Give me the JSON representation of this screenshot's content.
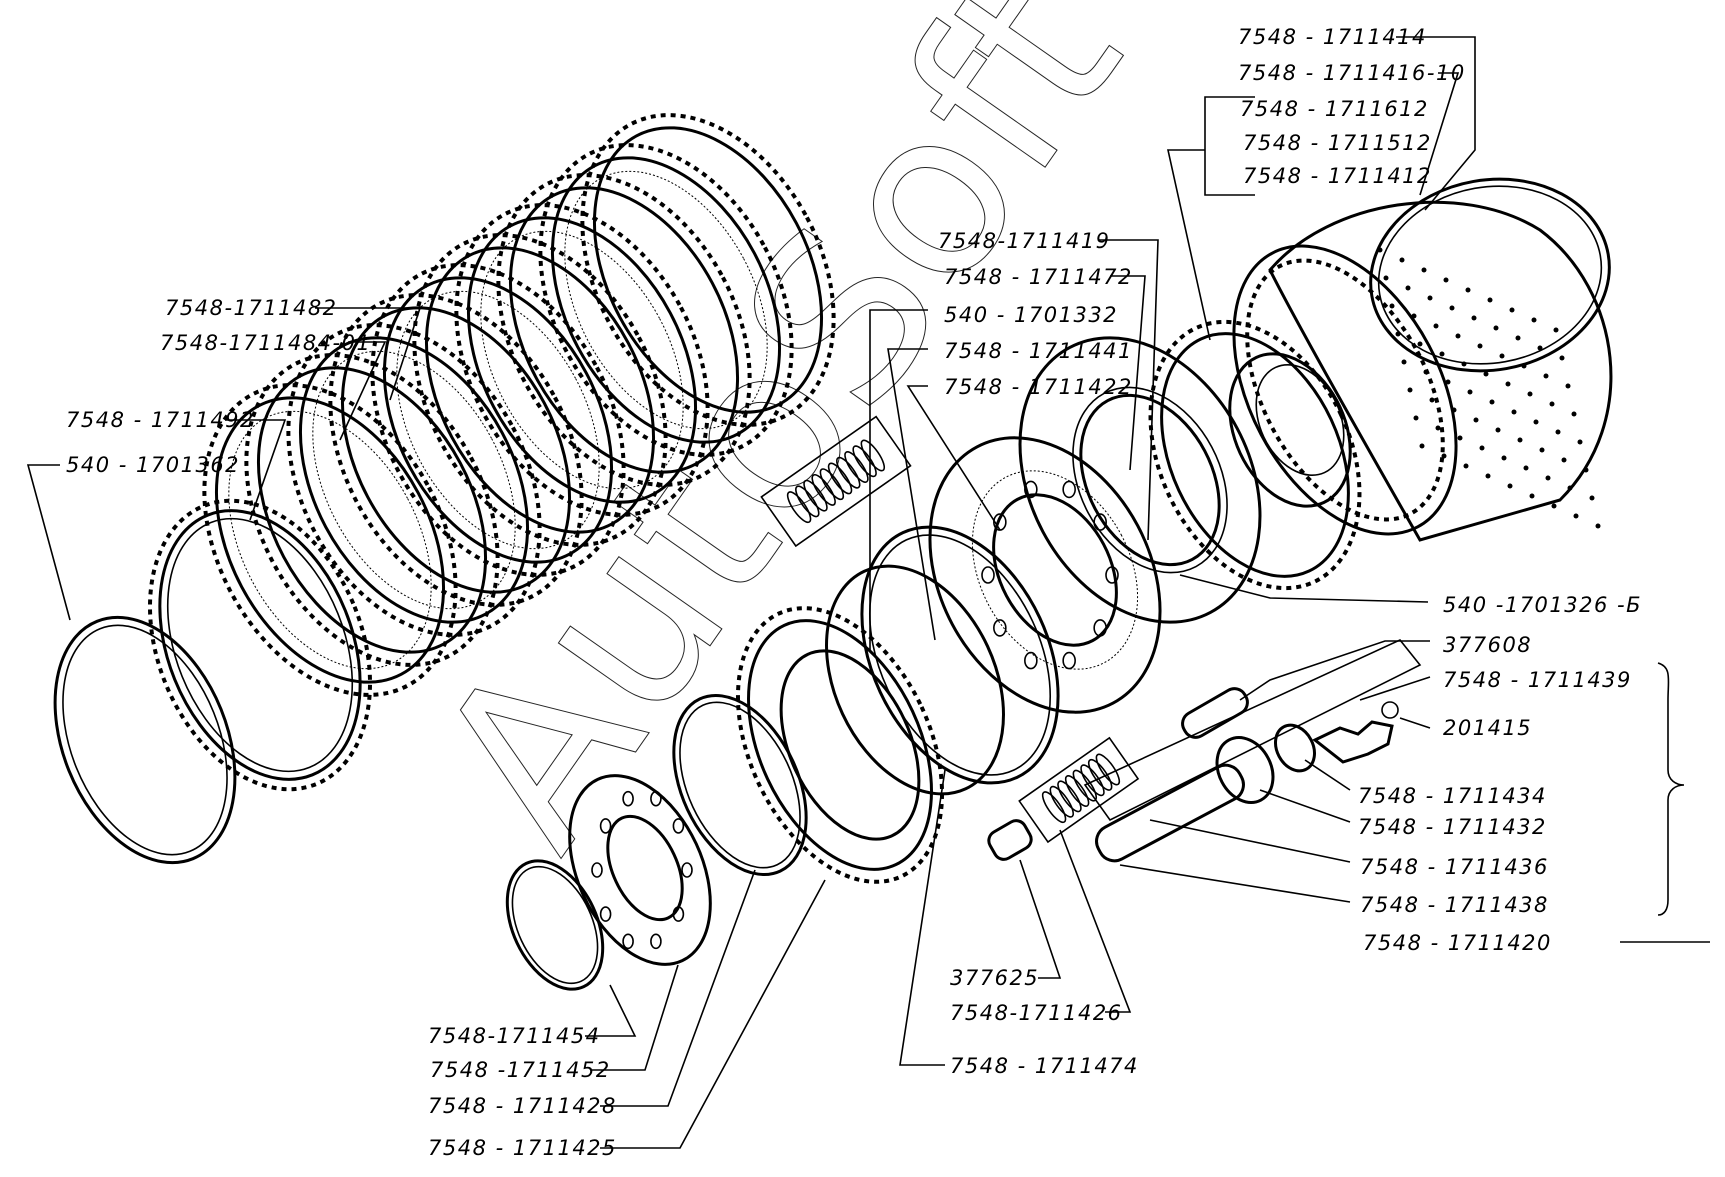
{
  "diagram": {
    "title": "Clutch pack exploded view",
    "watermark": "AutoSoft",
    "labels": [
      {
        "id": "l1",
        "text": "7548 - 1711414"
      },
      {
        "id": "l2",
        "text": "7548 - 1711416-10"
      },
      {
        "id": "l3",
        "text": "7548 - 1711612"
      },
      {
        "id": "l4",
        "text": "7548 - 1711512"
      },
      {
        "id": "l5",
        "text": "7548 - 1711412"
      },
      {
        "id": "l6",
        "text": "7548-1711419"
      },
      {
        "id": "l7",
        "text": "7548 - 1711472"
      },
      {
        "id": "l8",
        "text": "540 - 1701332"
      },
      {
        "id": "l9",
        "text": "7548 - 1711441"
      },
      {
        "id": "l10",
        "text": "7548 - 1711422"
      },
      {
        "id": "l11",
        "text": "7548-1711482"
      },
      {
        "id": "l12",
        "text": "7548-1711484-01"
      },
      {
        "id": "l13",
        "text": "7548 - 1711492"
      },
      {
        "id": "l14",
        "text": "540 - 1701362"
      },
      {
        "id": "l15",
        "text": "540 -1701326 -Б"
      },
      {
        "id": "l16",
        "text": "377608"
      },
      {
        "id": "l17",
        "text": "7548 - 1711439"
      },
      {
        "id": "l18",
        "text": "201415"
      },
      {
        "id": "l19",
        "text": "7548 - 1711434"
      },
      {
        "id": "l20",
        "text": "7548 - 1711432"
      },
      {
        "id": "l21",
        "text": "7548 - 1711436"
      },
      {
        "id": "l22",
        "text": "7548 - 1711438"
      },
      {
        "id": "l23",
        "text": "7548 - 1711420"
      },
      {
        "id": "l24",
        "text": "377625"
      },
      {
        "id": "l25",
        "text": "7548-1711426"
      },
      {
        "id": "l26",
        "text": "7548 - 1711474"
      },
      {
        "id": "l27",
        "text": "7548-1711454"
      },
      {
        "id": "l28",
        "text": "7548 -1711452"
      },
      {
        "id": "l29",
        "text": "7548 - 1711428"
      },
      {
        "id": "l30",
        "text": "7548 - 1711425"
      }
    ]
  }
}
